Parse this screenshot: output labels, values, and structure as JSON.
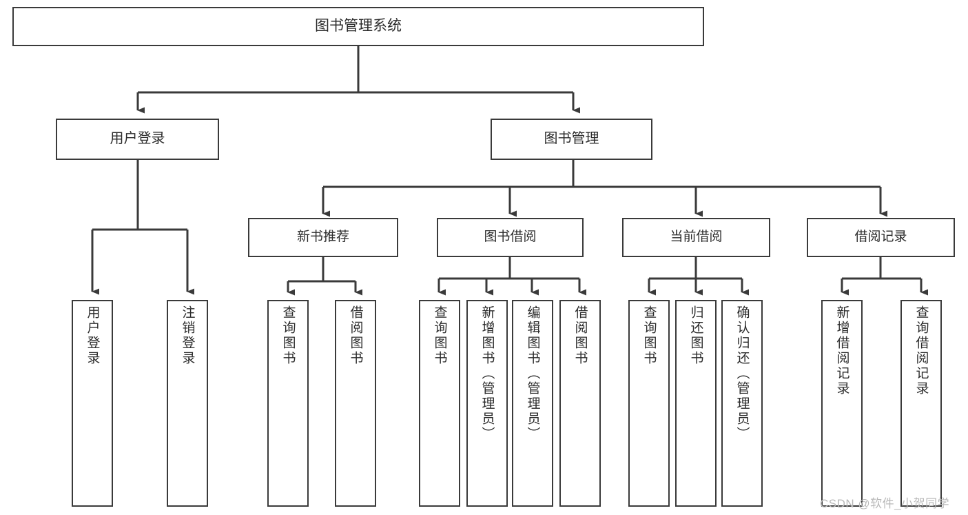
{
  "diagram": {
    "title": "图书管理系统",
    "type": "tree-hierarchy-chart",
    "watermark": "CSDN @软件_小贺同学",
    "colors": {
      "box_border": "#3a3a3a",
      "connector": "#3a3a3a",
      "text": "#2b2b2b",
      "background": "#ffffff",
      "watermark": "#b9b9b9"
    },
    "nodes": {
      "root": {
        "label": "图书管理系统"
      },
      "level1": [
        {
          "label": "用户登录"
        },
        {
          "label": "图书管理"
        }
      ],
      "level2": [
        {
          "label": "新书推荐"
        },
        {
          "label": "图书借阅"
        },
        {
          "label": "当前借阅"
        },
        {
          "label": "借阅记录"
        }
      ],
      "leaves": {
        "user_login": [
          {
            "label": "用户登录"
          },
          {
            "label": "注销登录"
          }
        ],
        "new_book_recommend": [
          {
            "label": "查询图书"
          },
          {
            "label": "借阅图书"
          }
        ],
        "book_borrow": [
          {
            "label": "查询图书"
          },
          {
            "label": "新增图书（管理员）"
          },
          {
            "label": "编辑图书（管理员）"
          },
          {
            "label": "借阅图书"
          }
        ],
        "current_borrow": [
          {
            "label": "查询图书"
          },
          {
            "label": "归还图书"
          },
          {
            "label": "确认归还（管理员）"
          }
        ],
        "borrow_record": [
          {
            "label": "新增借阅记录"
          },
          {
            "label": "查询借阅记录"
          }
        ]
      }
    }
  }
}
